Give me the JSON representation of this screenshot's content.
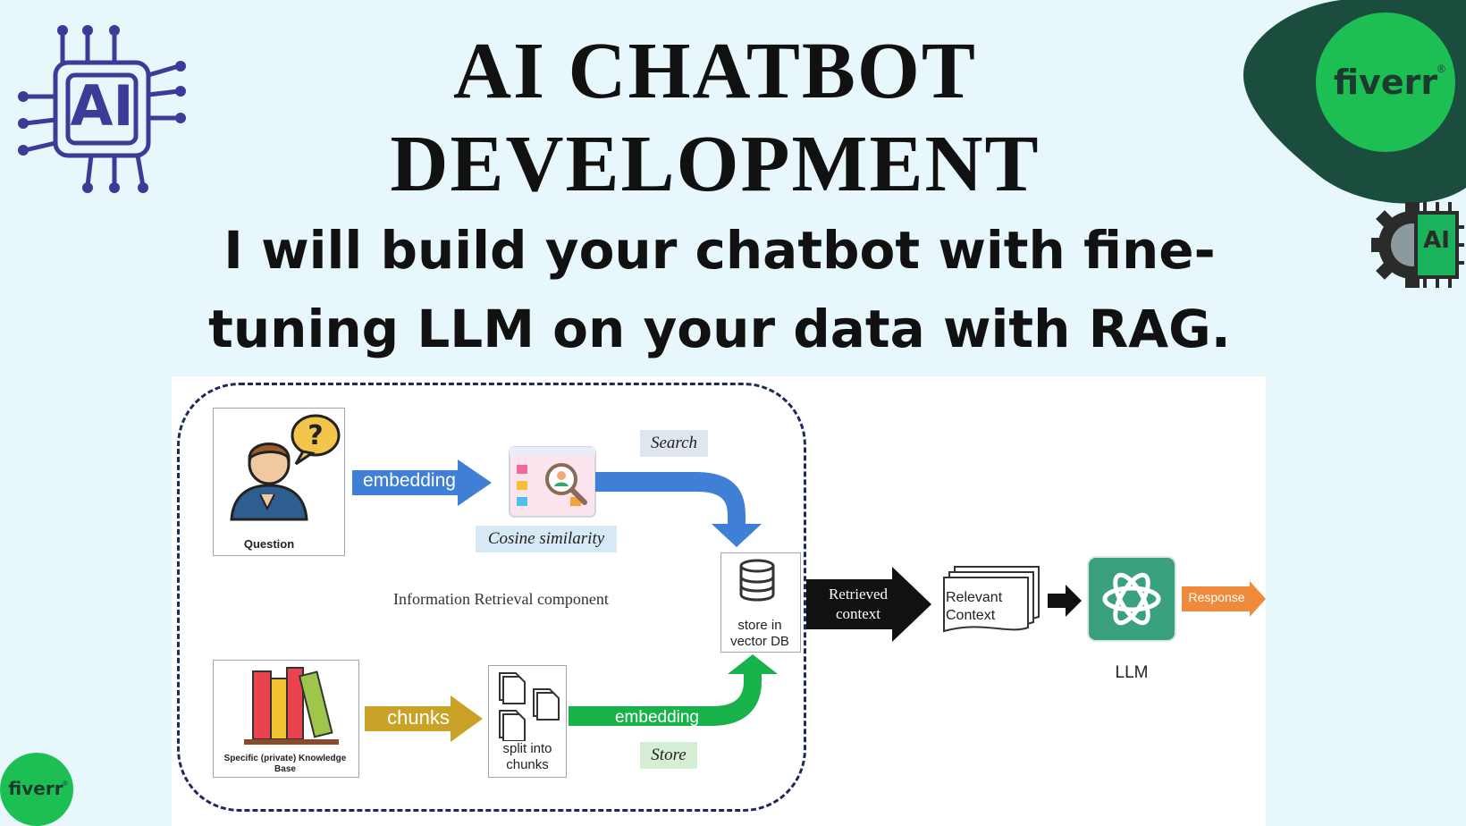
{
  "header": {
    "title_line1": "AI CHATBOT",
    "title_line2": "DEVELOPMENT",
    "subtitle_line1": "I will build your chatbot with fine-",
    "subtitle_line2": "tuning LLM on your data with RAG."
  },
  "badges": {
    "ai_chip_text": "AI",
    "gear_ai_text": "AI",
    "fiverr_logo_top": "fiverr",
    "fiverr_logo_bottom": "fiverr",
    "registered_mark": "®"
  },
  "diagram": {
    "question_label": "Question",
    "embedding_top": "embedding",
    "search_label": "Search",
    "cosine_label": "Cosine similarity",
    "component_label": "Information Retrieval component",
    "store_db_label_1": "store in",
    "store_db_label_2": "vector DB",
    "knowledge_label_1": "Specific (private) Knowledge",
    "knowledge_label_2": "Base",
    "chunks_label": "chunks",
    "split_label_1": "split into",
    "split_label_2": "chunks",
    "embedding_bottom": "embedding",
    "store_label": "Store",
    "retrieved_1": "Retrieved",
    "retrieved_2": "context",
    "relevant_1": "Relevant",
    "relevant_2": "Context",
    "llm_label": "LLM",
    "response_label": "Response"
  },
  "colors": {
    "background": "#e8f7fb",
    "chip_purple": "#3d3b98",
    "fiverr_green": "#1dbf55",
    "fiverr_dark": "#1b4d3e",
    "blue_arrow": "#3f7fd6",
    "gold_arrow": "#c9a227",
    "green_arrow": "#18b24a",
    "orange_arrow": "#ef8a3c",
    "llm_green": "#3aa17e"
  }
}
